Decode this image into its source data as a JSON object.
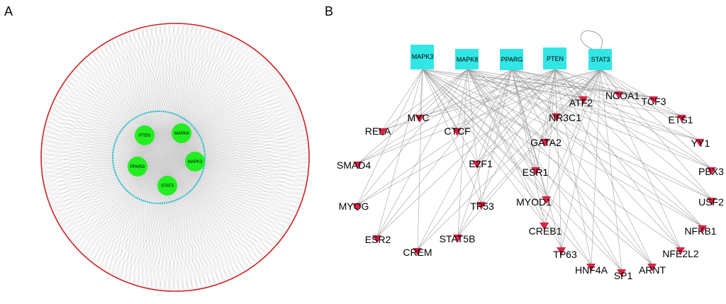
{
  "panels": {
    "a_label": "A",
    "b_label": "B"
  },
  "panel_a": {
    "hub_nodes": [
      {
        "id": "PTEN",
        "label": "PTEN",
        "color": "#22ee22"
      },
      {
        "id": "MAPK8",
        "label": "MAPK8",
        "color": "#22ee22"
      },
      {
        "id": "PPARG",
        "label": "PPARG",
        "color": "#22ee22"
      },
      {
        "id": "MAPK3",
        "label": "MAPK3",
        "color": "#22ee22"
      },
      {
        "id": "STAT3",
        "label": "STAT3",
        "color": "#22ee22"
      }
    ],
    "outer_ring_color": "#cc2222",
    "inner_ring_color": "#22bbcc",
    "edge_color": "#9a9a9a"
  },
  "panel_b": {
    "targets": [
      {
        "id": "MAPK3",
        "label": "MAPK3"
      },
      {
        "id": "MAPK8",
        "label": "MAPK8"
      },
      {
        "id": "PPARG",
        "label": "PPARG"
      },
      {
        "id": "PTEN",
        "label": "PTEN"
      },
      {
        "id": "STAT3",
        "label": "STAT3"
      }
    ],
    "tfs": [
      {
        "id": "RELA",
        "label": "RELA"
      },
      {
        "id": "MYC",
        "label": "MYC"
      },
      {
        "id": "CTCF",
        "label": "CTCF"
      },
      {
        "id": "SMAD4",
        "label": "SMAD4"
      },
      {
        "id": "E2F1",
        "label": "E2F1"
      },
      {
        "id": "MYOG",
        "label": "MYOG"
      },
      {
        "id": "TP53",
        "label": "TP53"
      },
      {
        "id": "ESR2",
        "label": "ESR2"
      },
      {
        "id": "STAT5B",
        "label": "STAT5B"
      },
      {
        "id": "CREM",
        "label": "CREM"
      },
      {
        "id": "ATF2",
        "label": "ATF2"
      },
      {
        "id": "NCOA1",
        "label": "NCOA1"
      },
      {
        "id": "TCF3",
        "label": "TCF3"
      },
      {
        "id": "NR3C1",
        "label": "NR3C1"
      },
      {
        "id": "ETS1",
        "label": "ETS1"
      },
      {
        "id": "GATA2",
        "label": "GATA2"
      },
      {
        "id": "YY1",
        "label": "YY1"
      },
      {
        "id": "ESR1",
        "label": "ESR1"
      },
      {
        "id": "PBX3",
        "label": "PBX3"
      },
      {
        "id": "MYOD1",
        "label": "MYOD1"
      },
      {
        "id": "USF2",
        "label": "USF2"
      },
      {
        "id": "CREB1",
        "label": "CREB1"
      },
      {
        "id": "NFKB1",
        "label": "NFKB1"
      },
      {
        "id": "TP63",
        "label": "TP63"
      },
      {
        "id": "NFE2L2",
        "label": "NFE2L2"
      },
      {
        "id": "HNF4A",
        "label": "HNF4A"
      },
      {
        "id": "SP1",
        "label": "SP1"
      },
      {
        "id": "ARNT",
        "label": "ARNT"
      }
    ],
    "target_color": "#33e6e6",
    "tf_color": "#dd2244",
    "edge_color": "#a0a0a0"
  }
}
